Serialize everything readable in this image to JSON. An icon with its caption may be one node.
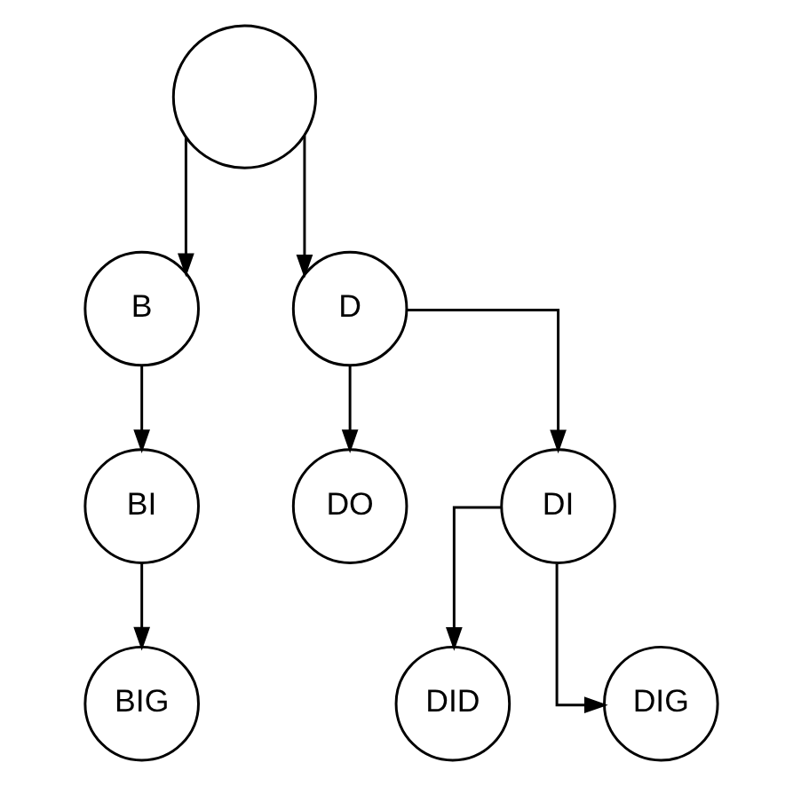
{
  "diagram": {
    "nodes": [
      {
        "text": [],
        "shape": "circle"
      },
      {
        "text": [
          "B"
        ]
      },
      {
        "text": [
          "D"
        ]
      },
      {
        "text": [
          "BI"
        ]
      },
      {
        "text": [
          "DO"
        ]
      },
      {
        "text": [
          "DI"
        ]
      },
      {
        "text": [
          "BIG"
        ]
      },
      {
        "text": [
          "DID"
        ]
      },
      {
        "text": [
          "DIG"
        ]
      }
    ],
    "edges": [
      {
        "from": 0,
        "to": 1,
        "arrow": "to"
      },
      {
        "from": 0,
        "to": 2,
        "arrow": "to"
      },
      {
        "from": 1,
        "to": 3,
        "arrow": "to"
      },
      {
        "from": 3,
        "to": 6,
        "arrow": "to"
      },
      {
        "from": 2,
        "to": 4,
        "arrow": "to"
      },
      {
        "from": 2,
        "to": 5,
        "arrow": "to"
      },
      {
        "from": 5,
        "to": 7,
        "arrow": "to"
      },
      {
        "from": 5,
        "to": 8,
        "arrow": "to"
      }
    ]
  }
}
